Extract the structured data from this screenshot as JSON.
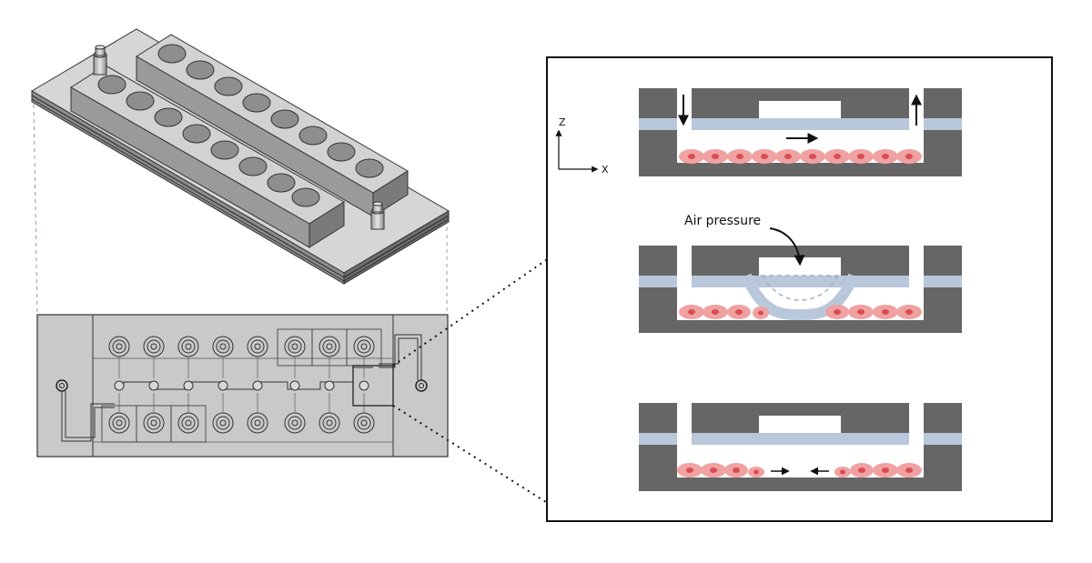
{
  "labels": {
    "axis_z": "Z",
    "axis_x": "X",
    "air_pressure": "Air pressure"
  },
  "colors": {
    "device_gray": "#d9d9d9",
    "chip_gray": "#c9c9c9",
    "dark_gray": "#5f5f5f",
    "channel_blue": "#b9c7da",
    "cell_red": "#f0a1a1",
    "nucleus": "#d94c55",
    "panel_border": "#111111"
  },
  "icons": [
    "inlet-port-icon",
    "outlet-port-icon",
    "flow-arrow-icon",
    "cell-icon"
  ]
}
